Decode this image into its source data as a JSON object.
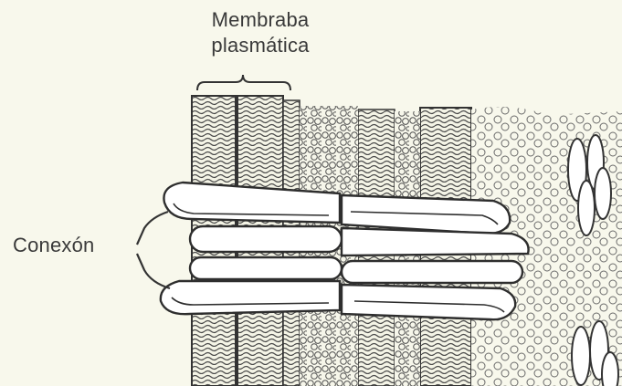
{
  "labels": {
    "plasma_membrane_line1": "Membraba",
    "plasma_membrane_line2": "plasmática",
    "connexon": "Conexón"
  },
  "colors": {
    "background": "#f8f8ec",
    "ink": "#3a3a3a",
    "channel_fill": "#ffffff"
  }
}
